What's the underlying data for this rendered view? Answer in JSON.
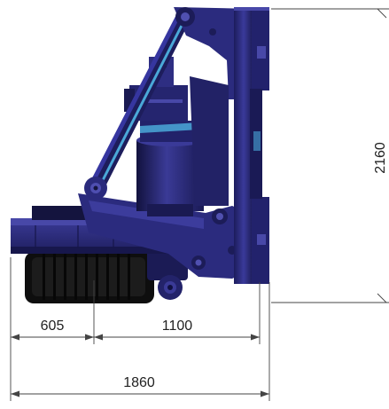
{
  "dimensions": {
    "height": "2160",
    "width_front": "605",
    "width_rear": "1100",
    "overall_length": "1860"
  },
  "colors": {
    "body": "#2a2a78",
    "body_dark": "#16164a",
    "body_light": "#4a4aa8",
    "track": "#111111",
    "cylinder_highlight": "#4aa8d8",
    "dimension_line": "#444444"
  }
}
